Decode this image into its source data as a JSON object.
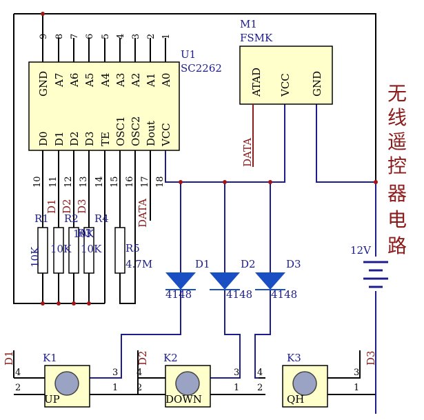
{
  "u1": {
    "ref": "U1",
    "part": "SC2262",
    "top_pins": [
      {
        "num": "9",
        "name": "GND"
      },
      {
        "num": "8",
        "name": "A7"
      },
      {
        "num": "7",
        "name": "A6"
      },
      {
        "num": "6",
        "name": "A5"
      },
      {
        "num": "5",
        "name": "A4"
      },
      {
        "num": "4",
        "name": "A3"
      },
      {
        "num": "3",
        "name": "A2"
      },
      {
        "num": "2",
        "name": "A1"
      },
      {
        "num": "1",
        "name": "A0"
      }
    ],
    "bottom_pins": [
      {
        "num": "10",
        "name": "D0"
      },
      {
        "num": "11",
        "name": "D1"
      },
      {
        "num": "12",
        "name": "D2"
      },
      {
        "num": "13",
        "name": "D3"
      },
      {
        "num": "14",
        "name": "TE"
      },
      {
        "num": "15",
        "name": "OSC1"
      },
      {
        "num": "16",
        "name": "OSC2"
      },
      {
        "num": "17",
        "name": "Dout"
      },
      {
        "num": "18",
        "name": "VCC"
      }
    ]
  },
  "m1": {
    "ref": "M1",
    "part": "FSMK",
    "pins": [
      "ATAD",
      "VCC",
      "GND"
    ]
  },
  "nets": {
    "d1": "D1",
    "d2": "D2",
    "d3": "D3",
    "data": "DATA",
    "data_m1": "DATA"
  },
  "resistors": [
    {
      "ref": "R1",
      "value": "10K"
    },
    {
      "ref": "R2",
      "value": "10K"
    },
    {
      "ref": "R3",
      "value": "10K"
    },
    {
      "ref": "R4",
      "value": "10K"
    },
    {
      "ref": "R5",
      "value": "4.7M"
    }
  ],
  "diodes": [
    {
      "ref": "D1",
      "part": "4148"
    },
    {
      "ref": "D2",
      "part": "4148"
    },
    {
      "ref": "D3",
      "part": "4148"
    }
  ],
  "battery": {
    "value": "12V"
  },
  "keys": [
    {
      "ref": "K1",
      "name": "UP",
      "net": "D1",
      "pins": [
        "4",
        "2",
        "3",
        "1"
      ]
    },
    {
      "ref": "K2",
      "name": "DOWN",
      "net": "D2",
      "pins": [
        "4",
        "2",
        "3",
        "1"
      ]
    },
    {
      "ref": "K3",
      "name": "QH",
      "net": "D3",
      "pins": [
        "4",
        "2",
        "3",
        "1"
      ]
    }
  ],
  "title": [
    "无",
    "线",
    "遥",
    "控",
    "器",
    "电",
    "路"
  ],
  "colors": {
    "wire": "#1c1c8c",
    "label": "#8b1a1a",
    "ic_fill": "#ffffcc",
    "junction": "#a31515"
  }
}
